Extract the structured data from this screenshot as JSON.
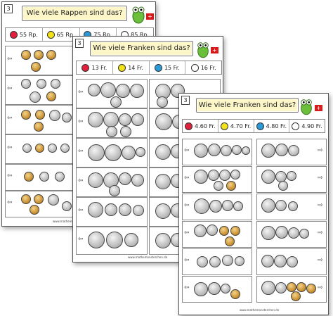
{
  "sheets": [
    {
      "number": "3",
      "title": "Wie viele Rappen sind das?",
      "flag": "+",
      "answers": [
        {
          "color": "#e0203c",
          "label": "55 Rp."
        },
        {
          "color": "#f2e21a",
          "label": "65 Rp."
        },
        {
          "color": "#2a9ad8",
          "label": "75 Rp."
        },
        {
          "color": "#ffffff",
          "label": "85 Rp."
        }
      ],
      "arrow": "⇦",
      "footer": "www.mathemonsterchen.de"
    },
    {
      "number": "3",
      "title": "Wie viele Franken sind das?",
      "flag": "+",
      "answers": [
        {
          "color": "#e0203c",
          "label": "13 Fr."
        },
        {
          "color": "#f2e21a",
          "label": "14 Fr."
        },
        {
          "color": "#2a9ad8",
          "label": "15 Fr."
        },
        {
          "color": "#ffffff",
          "label": "16 Fr."
        }
      ],
      "arrow": "⇦",
      "footer": "www.mathemonsterchen.de"
    },
    {
      "number": "3",
      "title": "Wie viele Franken sind das?",
      "flag": "+",
      "answers": [
        {
          "color": "#e0203c",
          "label": "4.60 Fr."
        },
        {
          "color": "#f2e21a",
          "label": "4.70 Fr."
        },
        {
          "color": "#2a9ad8",
          "label": "4.80 Fr."
        },
        {
          "color": "#ffffff",
          "label": "4.90 Fr."
        }
      ],
      "arrow": "⇦",
      "arrow_right": "⇨",
      "footer": "www.mathemonsterchen.de"
    }
  ]
}
